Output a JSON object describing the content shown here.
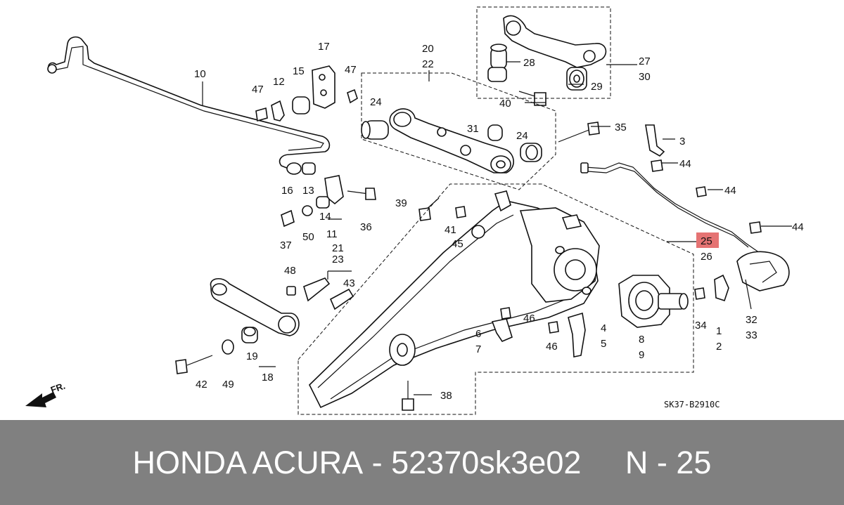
{
  "diagram": {
    "reference_code": "SK37-B2910C",
    "direction_marker": "FR.",
    "highlighted_label": "25",
    "highlight_color": "#e57373",
    "labels": {
      "l1": "1",
      "l2": "2",
      "l3": "3",
      "l4": "4",
      "l5": "5",
      "l6": "6",
      "l7": "7",
      "l8": "8",
      "l9": "9",
      "l10": "10",
      "l11": "11",
      "l12": "12",
      "l13": "13",
      "l14": "14",
      "l15": "15",
      "l16": "16",
      "l17": "17",
      "l18": "18",
      "l19": "19",
      "l20": "20",
      "l21": "21",
      "l22": "22",
      "l23": "23",
      "l24a": "24",
      "l24b": "24",
      "l25": "25",
      "l26": "26",
      "l27": "27",
      "l28": "28",
      "l29": "29",
      "l30": "30",
      "l31": "31",
      "l32": "32",
      "l33": "33",
      "l34": "34",
      "l35": "35",
      "l36": "36",
      "l37": "37",
      "l38": "38",
      "l39": "39",
      "l40": "40",
      "l41": "41",
      "l42": "42",
      "l43": "43",
      "l44a": "44",
      "l44b": "44",
      "l44c": "44",
      "l45": "45",
      "l46a": "46",
      "l46b": "46",
      "l47a": "47",
      "l47b": "47",
      "l48": "48",
      "l49": "49",
      "l50": "50"
    }
  },
  "caption": {
    "brand": "HONDA ACURA",
    "separator": " - ",
    "part_number": "52370sk3e02",
    "gap": "     ",
    "position_ref": "N - 25"
  }
}
